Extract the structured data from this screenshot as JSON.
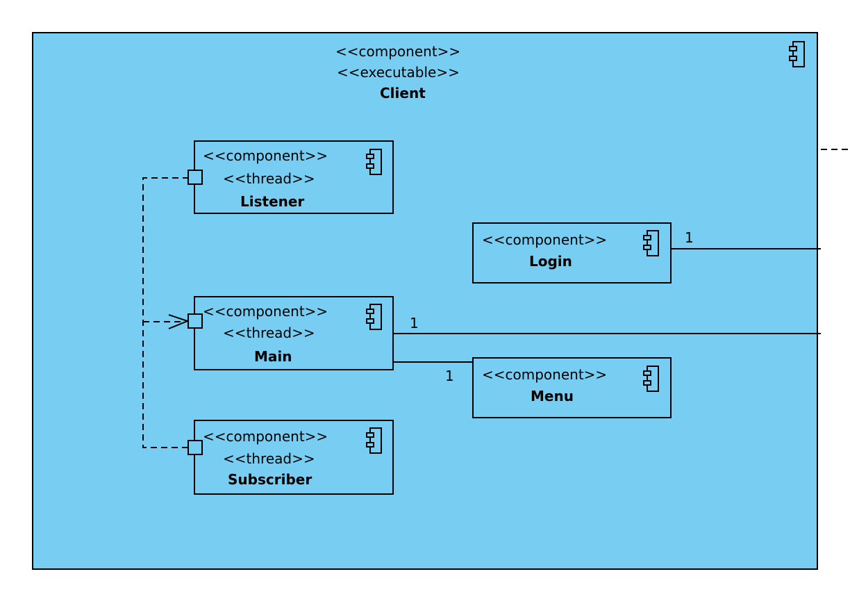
{
  "client": {
    "stereotype1": "<<component>>",
    "stereotype2": "<<executable>>",
    "name": "Client"
  },
  "listener": {
    "stereotype1": "<<component>>",
    "stereotype2": "<<thread>>",
    "name": "Listener"
  },
  "main": {
    "stereotype1": "<<component>>",
    "stereotype2": "<<thread>>",
    "name": "Main"
  },
  "subscriber": {
    "stereotype1": "<<component>>",
    "stereotype2": "<<thread>>",
    "name": "Subscriber"
  },
  "login": {
    "stereotype1": "<<component>>",
    "name": "Login"
  },
  "menu": {
    "stereotype1": "<<component>>",
    "name": "Menu"
  },
  "multiplicities": {
    "login": "1",
    "main": "1",
    "menu": "1"
  },
  "icons": {
    "component": "component-icon"
  },
  "colors": {
    "fill": "#78cdf2",
    "stroke": "#000000"
  }
}
